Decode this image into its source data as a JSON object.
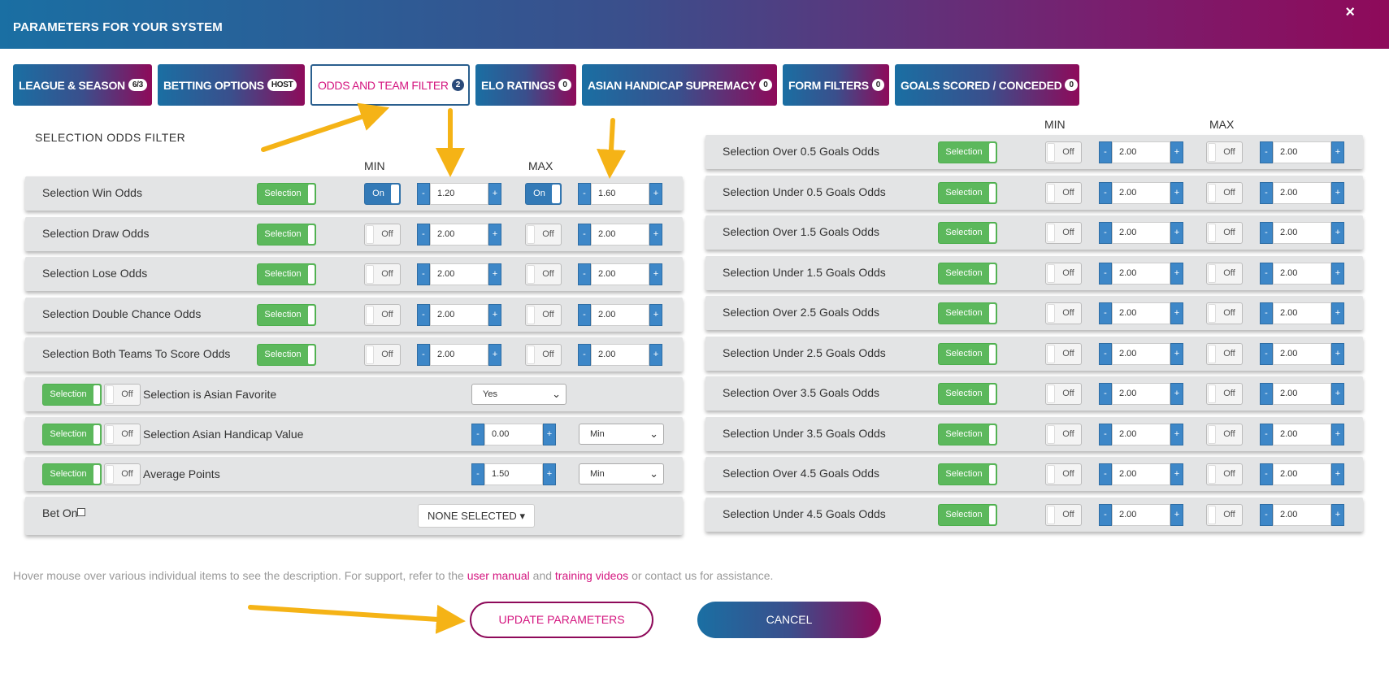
{
  "header": {
    "title": "PARAMETERS FOR YOUR SYSTEM",
    "close_icon": "×"
  },
  "tabs": [
    {
      "label": "LEAGUE & SEASON",
      "badge": "6/3",
      "active": false
    },
    {
      "label": "BETTING OPTIONS",
      "badge": "HOST",
      "active": false
    },
    {
      "label": "ODDS AND TEAM FILTER",
      "badge": "2",
      "active": true
    },
    {
      "label": "ELO RATINGS",
      "badge": "0",
      "active": false
    },
    {
      "label": "ASIAN HANDICAP SUPREMACY",
      "badge": "0",
      "active": false
    },
    {
      "label": "FORM FILTERS",
      "badge": "0",
      "active": false
    },
    {
      "label": "GOALS SCORED / CONCEDED",
      "badge": "0",
      "active": false
    }
  ],
  "left": {
    "section_title": "SELECTION ODDS FILTER",
    "min_header": "MIN",
    "max_header": "MAX",
    "odds_rows": [
      {
        "label": "Selection Win Odds",
        "toggle": "Selection",
        "min_switch": "On",
        "min_value": "1.20",
        "max_switch": "On",
        "max_value": "1.60"
      },
      {
        "label": "Selection Draw Odds",
        "toggle": "Selection",
        "min_switch": "Off",
        "min_value": "2.00",
        "max_switch": "Off",
        "max_value": "2.00"
      },
      {
        "label": "Selection Lose Odds",
        "toggle": "Selection",
        "min_switch": "Off",
        "min_value": "2.00",
        "max_switch": "Off",
        "max_value": "2.00"
      },
      {
        "label": "Selection Double Chance Odds",
        "toggle": "Selection",
        "min_switch": "Off",
        "min_value": "2.00",
        "max_switch": "Off",
        "max_value": "2.00"
      },
      {
        "label": "Selection Both Teams To Score Odds",
        "toggle": "Selection",
        "min_switch": "Off",
        "min_value": "2.00",
        "max_switch": "Off",
        "max_value": "2.00"
      }
    ],
    "asian_favorite": {
      "toggle": "Selection",
      "switch": "Off",
      "label": "Selection is Asian Favorite",
      "select_value": "Yes"
    },
    "asian_handicap": {
      "toggle": "Selection",
      "switch": "Off",
      "label": "Selection Asian Handicap Value",
      "value": "0.00",
      "select_value": "Min"
    },
    "average_points": {
      "toggle": "Selection",
      "switch": "Off",
      "label": "Average Points",
      "value": "1.50",
      "select_value": "Min"
    },
    "bet_on": {
      "label": "Bet On",
      "select_label": "NONE SELECTED"
    }
  },
  "right": {
    "min_header": "MIN",
    "max_header": "MAX",
    "goals_rows": [
      {
        "label": "Selection Over 0.5 Goals Odds",
        "toggle": "Selection",
        "min_switch": "Off",
        "min_value": "2.00",
        "max_switch": "Off",
        "max_value": "2.00"
      },
      {
        "label": "Selection Under 0.5 Goals Odds",
        "toggle": "Selection",
        "min_switch": "Off",
        "min_value": "2.00",
        "max_switch": "Off",
        "max_value": "2.00"
      },
      {
        "label": "Selection Over 1.5 Goals Odds",
        "toggle": "Selection",
        "min_switch": "Off",
        "min_value": "2.00",
        "max_switch": "Off",
        "max_value": "2.00"
      },
      {
        "label": "Selection Under 1.5 Goals Odds",
        "toggle": "Selection",
        "min_switch": "Off",
        "min_value": "2.00",
        "max_switch": "Off",
        "max_value": "2.00"
      },
      {
        "label": "Selection Over 2.5 Goals Odds",
        "toggle": "Selection",
        "min_switch": "Off",
        "min_value": "2.00",
        "max_switch": "Off",
        "max_value": "2.00"
      },
      {
        "label": "Selection Under 2.5 Goals Odds",
        "toggle": "Selection",
        "min_switch": "Off",
        "min_value": "2.00",
        "max_switch": "Off",
        "max_value": "2.00"
      },
      {
        "label": "Selection Over 3.5 Goals Odds",
        "toggle": "Selection",
        "min_switch": "Off",
        "min_value": "2.00",
        "max_switch": "Off",
        "max_value": "2.00"
      },
      {
        "label": "Selection Under 3.5 Goals Odds",
        "toggle": "Selection",
        "min_switch": "Off",
        "min_value": "2.00",
        "max_switch": "Off",
        "max_value": "2.00"
      },
      {
        "label": "Selection Over 4.5 Goals Odds",
        "toggle": "Selection",
        "min_switch": "Off",
        "min_value": "2.00",
        "max_switch": "Off",
        "max_value": "2.00"
      },
      {
        "label": "Selection Under 4.5 Goals Odds",
        "toggle": "Selection",
        "min_switch": "Off",
        "min_value": "2.00",
        "max_switch": "Off",
        "max_value": "2.00"
      }
    ]
  },
  "stepper": {
    "minus": "-",
    "plus": "+"
  },
  "footer": {
    "note_before": "Hover mouse over various individual items to see the description. For support, refer to the ",
    "link_manual": "user manual",
    "note_and": " and ",
    "link_videos": "training videos",
    "note_after": " or contact us for assistance."
  },
  "buttons": {
    "update": "UPDATE PARAMETERS",
    "cancel": "CANCEL"
  },
  "colors": {
    "accent_magenta": "#d4157f",
    "brand_blue": "#1a6fa3",
    "brand_purple": "#8e0a5a",
    "selection_green": "#5cb85c",
    "stepper_blue": "#3d87c8",
    "arrow_yellow": "#f5b316"
  }
}
